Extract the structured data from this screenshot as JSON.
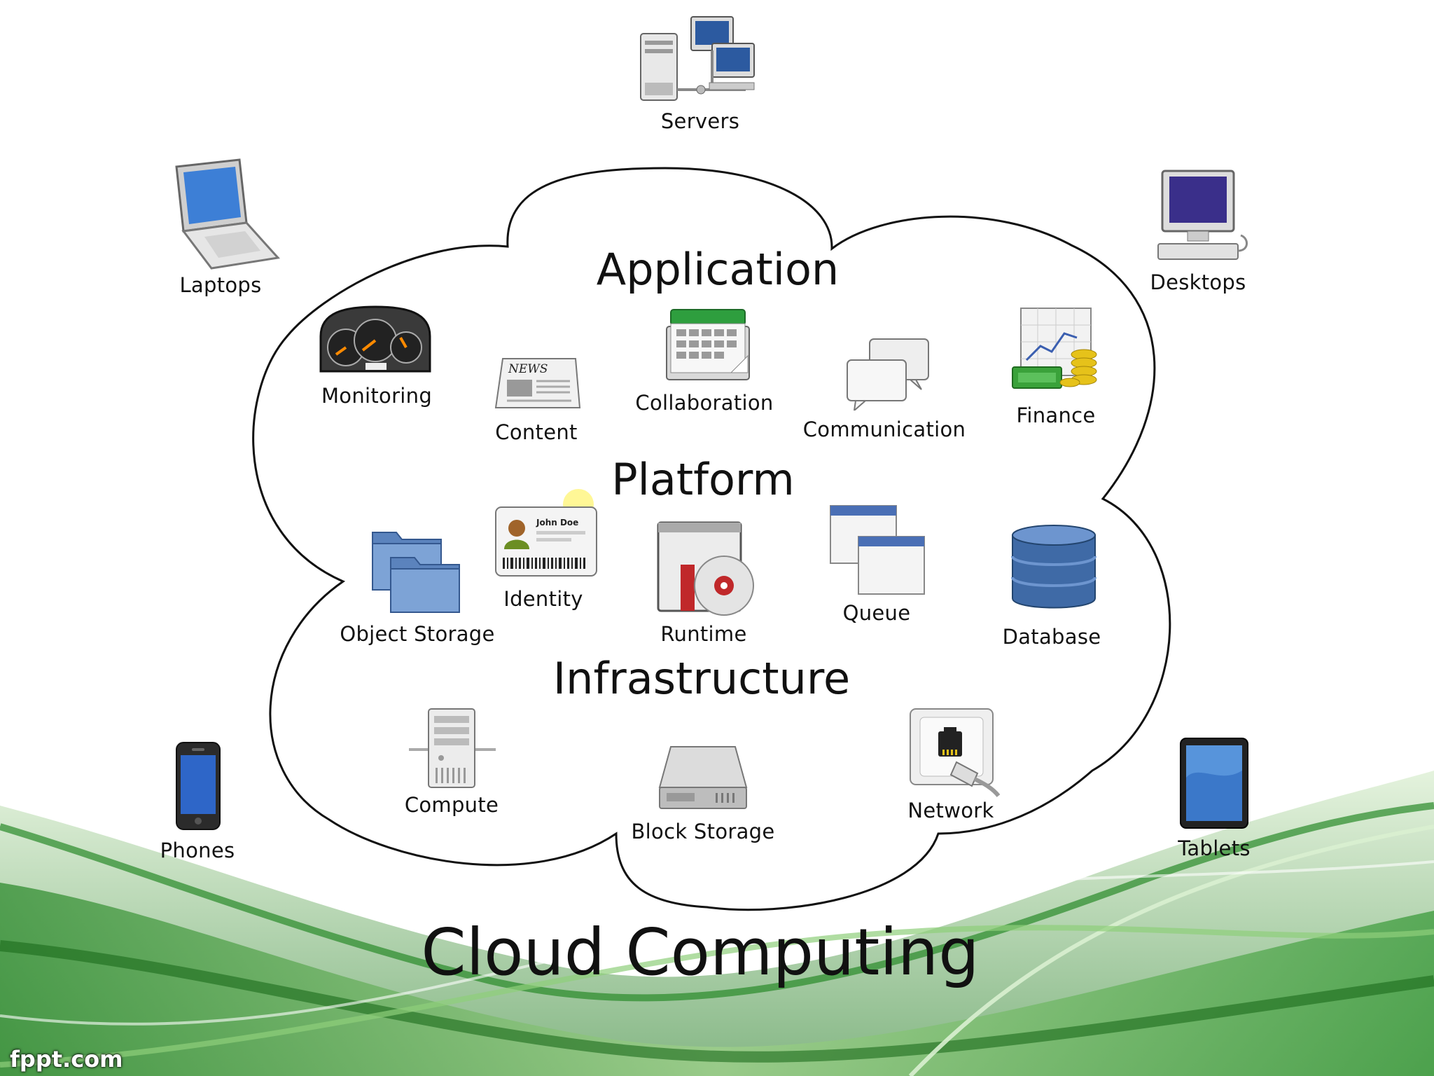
{
  "title": "Cloud Computing",
  "branding": "fppt.com",
  "sections": {
    "application": "Application",
    "platform": "Platform",
    "infrastructure": "Infrastructure"
  },
  "devices": {
    "servers": "Servers",
    "laptops": "Laptops",
    "desktops": "Desktops",
    "phones": "Phones",
    "tablets": "Tablets"
  },
  "application_items": {
    "monitoring": "Monitoring",
    "content": "Content",
    "collaboration": "Collaboration",
    "communication": "Communication",
    "finance": "Finance"
  },
  "platform_items": {
    "identity": "Identity",
    "identity_card_name": "John Doe",
    "object_storage": "Object Storage",
    "runtime": "Runtime",
    "queue": "Queue",
    "database": "Database"
  },
  "infrastructure_items": {
    "compute": "Compute",
    "block_storage": "Block Storage",
    "network": "Network"
  },
  "newspaper_text": "NEWS",
  "colors": {
    "background_wave_dark": "#1f7a1f",
    "background_wave_light": "#9fd18a",
    "folder_blue": "#5b83bd",
    "database_blue": "#3f6aa6",
    "screen_blue": "#2c5aa0"
  }
}
